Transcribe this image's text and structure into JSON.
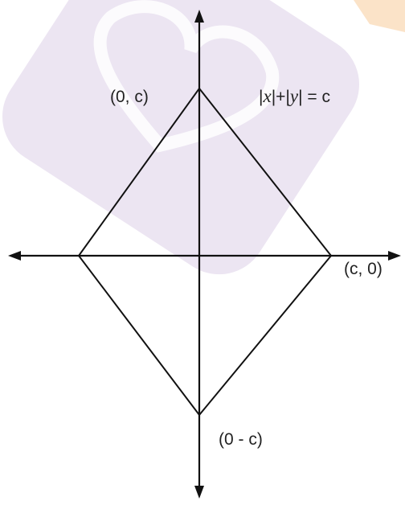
{
  "figure": {
    "labels": {
      "top_vertex": "(0, c)",
      "right_vertex": "(c, 0)",
      "bottom_vertex": "(0 - c)",
      "equation": {
        "bar1": "|",
        "x": "x",
        "bar2": "|+|",
        "y": "y",
        "bar3": "|",
        "rhs": " = c"
      }
    },
    "colors": {
      "line": "#111111",
      "watermark_purple": "#e9e2f0",
      "watermark_orange": "#fbe7d2"
    }
  }
}
